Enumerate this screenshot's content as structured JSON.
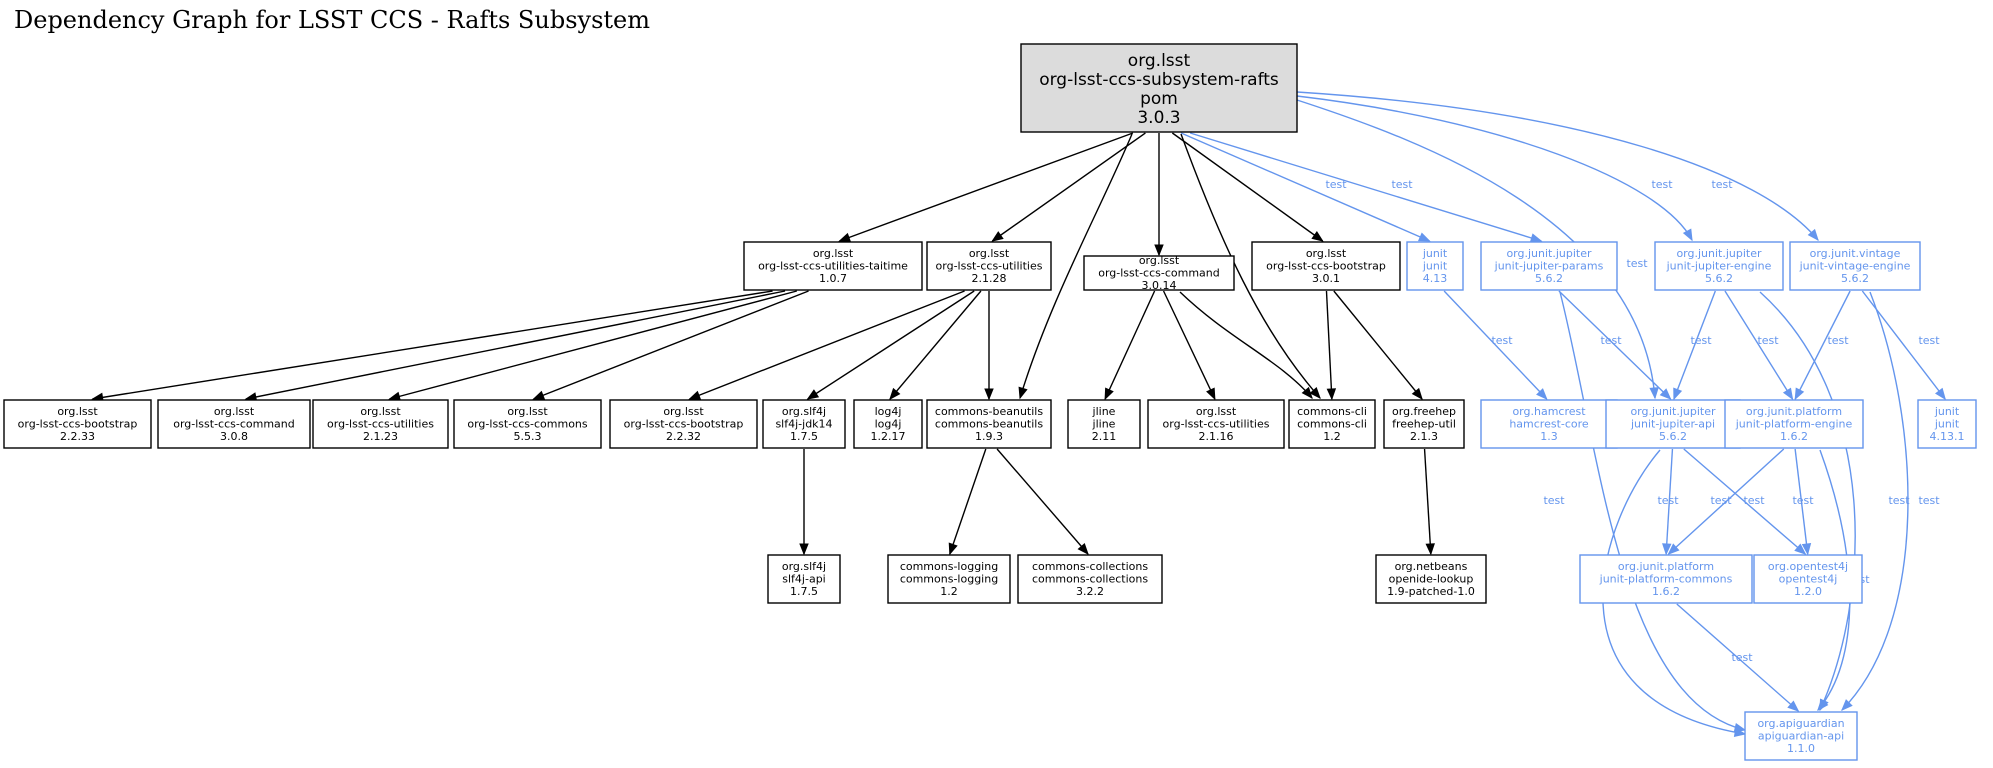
{
  "title": "Dependency Graph for LSST CCS - Rafts Subsystem",
  "colors": {
    "compile": "#000000",
    "test": "#6495ed",
    "root_fill": "#dcdcdc"
  },
  "nodes": [
    {
      "id": "root",
      "lines": [
        "org.lsst",
        "org-lsst-ccs-subsystem-rafts",
        "pom",
        "3.0.3"
      ],
      "scope": "root"
    },
    {
      "id": "taitime",
      "lines": [
        "org.lsst",
        "org-lsst-ccs-utilities-taitime",
        "1.0.7"
      ],
      "scope": "compile"
    },
    {
      "id": "util2128",
      "lines": [
        "org.lsst",
        "org-lsst-ccs-utilities",
        "2.1.28"
      ],
      "scope": "compile"
    },
    {
      "id": "cmd3014",
      "lines": [
        "org.lsst",
        "org-lsst-ccs-command",
        "3.0.14"
      ],
      "scope": "compile"
    },
    {
      "id": "boot301",
      "lines": [
        "org.lsst",
        "org-lsst-ccs-bootstrap",
        "3.0.1"
      ],
      "scope": "compile"
    },
    {
      "id": "junit413",
      "lines": [
        "junit",
        "junit",
        "4.13"
      ],
      "scope": "test"
    },
    {
      "id": "params",
      "lines": [
        "org.junit.jupiter",
        "junit-jupiter-params",
        "5.6.2"
      ],
      "scope": "test"
    },
    {
      "id": "jengine",
      "lines": [
        "org.junit.jupiter",
        "junit-jupiter-engine",
        "5.6.2"
      ],
      "scope": "test"
    },
    {
      "id": "vintage",
      "lines": [
        "org.junit.vintage",
        "junit-vintage-engine",
        "5.6.2"
      ],
      "scope": "test"
    },
    {
      "id": "boot2233",
      "lines": [
        "org.lsst",
        "org-lsst-ccs-bootstrap",
        "2.2.33"
      ],
      "scope": "compile"
    },
    {
      "id": "cmd308",
      "lines": [
        "org.lsst",
        "org-lsst-ccs-command",
        "3.0.8"
      ],
      "scope": "compile"
    },
    {
      "id": "util2123",
      "lines": [
        "org.lsst",
        "org-lsst-ccs-utilities",
        "2.1.23"
      ],
      "scope": "compile"
    },
    {
      "id": "commons553",
      "lines": [
        "org.lsst",
        "org-lsst-ccs-commons",
        "5.5.3"
      ],
      "scope": "compile"
    },
    {
      "id": "boot2232",
      "lines": [
        "org.lsst",
        "org-lsst-ccs-bootstrap",
        "2.2.32"
      ],
      "scope": "compile"
    },
    {
      "id": "slf4jjdk",
      "lines": [
        "org.slf4j",
        "slf4j-jdk14",
        "1.7.5"
      ],
      "scope": "compile"
    },
    {
      "id": "log4j",
      "lines": [
        "log4j",
        "log4j",
        "1.2.17"
      ],
      "scope": "compile"
    },
    {
      "id": "beanutils",
      "lines": [
        "commons-beanutils",
        "commons-beanutils",
        "1.9.3"
      ],
      "scope": "compile"
    },
    {
      "id": "jline",
      "lines": [
        "jline",
        "jline",
        "2.11"
      ],
      "scope": "compile"
    },
    {
      "id": "util2116",
      "lines": [
        "org.lsst",
        "org-lsst-ccs-utilities",
        "2.1.16"
      ],
      "scope": "compile"
    },
    {
      "id": "cli",
      "lines": [
        "commons-cli",
        "commons-cli",
        "1.2"
      ],
      "scope": "compile"
    },
    {
      "id": "freehep",
      "lines": [
        "org.freehep",
        "freehep-util",
        "2.1.3"
      ],
      "scope": "compile"
    },
    {
      "id": "hamcrest",
      "lines": [
        "org.hamcrest",
        "hamcrest-core",
        "1.3"
      ],
      "scope": "test"
    },
    {
      "id": "japi",
      "lines": [
        "org.junit.jupiter",
        "junit-jupiter-api",
        "5.6.2"
      ],
      "scope": "test"
    },
    {
      "id": "pengine",
      "lines": [
        "org.junit.platform",
        "junit-platform-engine",
        "1.6.2"
      ],
      "scope": "test"
    },
    {
      "id": "junit4131",
      "lines": [
        "junit",
        "junit",
        "4.13.1"
      ],
      "scope": "test"
    },
    {
      "id": "slf4japi",
      "lines": [
        "org.slf4j",
        "slf4j-api",
        "1.7.5"
      ],
      "scope": "compile"
    },
    {
      "id": "logging",
      "lines": [
        "commons-logging",
        "commons-logging",
        "1.2"
      ],
      "scope": "compile"
    },
    {
      "id": "collections",
      "lines": [
        "commons-collections",
        "commons-collections",
        "3.2.2"
      ],
      "scope": "compile"
    },
    {
      "id": "openide",
      "lines": [
        "org.netbeans",
        "openide-lookup",
        "1.9-patched-1.0"
      ],
      "scope": "compile"
    },
    {
      "id": "pcommons",
      "lines": [
        "org.junit.platform",
        "junit-platform-commons",
        "1.6.2"
      ],
      "scope": "test"
    },
    {
      "id": "opentest",
      "lines": [
        "org.opentest4j",
        "opentest4j",
        "1.2.0"
      ],
      "scope": "test"
    },
    {
      "id": "apiguardian",
      "lines": [
        "org.apiguardian",
        "apiguardian-api",
        "1.1.0"
      ],
      "scope": "test"
    }
  ],
  "edges": [
    {
      "from": "root",
      "to": "taitime",
      "scope": "compile",
      "label": ""
    },
    {
      "from": "root",
      "to": "util2128",
      "scope": "compile",
      "label": ""
    },
    {
      "from": "root",
      "to": "beanutils",
      "scope": "compile",
      "label": ""
    },
    {
      "from": "root",
      "to": "cmd3014",
      "scope": "compile",
      "label": ""
    },
    {
      "from": "root",
      "to": "cli",
      "scope": "compile",
      "label": ""
    },
    {
      "from": "root",
      "to": "boot301",
      "scope": "compile",
      "label": ""
    },
    {
      "from": "root",
      "to": "junit413",
      "scope": "test",
      "label": "test"
    },
    {
      "from": "root",
      "to": "params",
      "scope": "test",
      "label": "test"
    },
    {
      "from": "root",
      "to": "japi",
      "scope": "test",
      "label": "test"
    },
    {
      "from": "root",
      "to": "jengine",
      "scope": "test",
      "label": "test"
    },
    {
      "from": "root",
      "to": "vintage",
      "scope": "test",
      "label": "test"
    },
    {
      "from": "taitime",
      "to": "boot2233",
      "scope": "compile",
      "label": ""
    },
    {
      "from": "taitime",
      "to": "cmd308",
      "scope": "compile",
      "label": ""
    },
    {
      "from": "taitime",
      "to": "util2123",
      "scope": "compile",
      "label": ""
    },
    {
      "from": "taitime",
      "to": "commons553",
      "scope": "compile",
      "label": ""
    },
    {
      "from": "util2128",
      "to": "boot2232",
      "scope": "compile",
      "label": ""
    },
    {
      "from": "util2128",
      "to": "slf4jjdk",
      "scope": "compile",
      "label": ""
    },
    {
      "from": "util2128",
      "to": "log4j",
      "scope": "compile",
      "label": ""
    },
    {
      "from": "util2128",
      "to": "beanutils",
      "scope": "compile",
      "label": ""
    },
    {
      "from": "cmd3014",
      "to": "jline",
      "scope": "compile",
      "label": ""
    },
    {
      "from": "cmd3014",
      "to": "util2116",
      "scope": "compile",
      "label": ""
    },
    {
      "from": "cmd3014",
      "to": "cli",
      "scope": "compile",
      "label": ""
    },
    {
      "from": "boot301",
      "to": "cli",
      "scope": "compile",
      "label": ""
    },
    {
      "from": "boot301",
      "to": "freehep",
      "scope": "compile",
      "label": ""
    },
    {
      "from": "junit413",
      "to": "hamcrest",
      "scope": "test",
      "label": "test"
    },
    {
      "from": "params",
      "to": "japi",
      "scope": "test",
      "label": "test"
    },
    {
      "from": "params",
      "to": "apiguardian",
      "scope": "test",
      "label": "test"
    },
    {
      "from": "jengine",
      "to": "japi",
      "scope": "test",
      "label": "test"
    },
    {
      "from": "jengine",
      "to": "pengine",
      "scope": "test",
      "label": "test"
    },
    {
      "from": "jengine",
      "to": "apiguardian",
      "scope": "test",
      "label": "test"
    },
    {
      "from": "vintage",
      "to": "pengine",
      "scope": "test",
      "label": "test"
    },
    {
      "from": "vintage",
      "to": "junit4131",
      "scope": "test",
      "label": "test"
    },
    {
      "from": "vintage",
      "to": "apiguardian",
      "scope": "test",
      "label": "test"
    },
    {
      "from": "slf4jjdk",
      "to": "slf4japi",
      "scope": "compile",
      "label": ""
    },
    {
      "from": "beanutils",
      "to": "logging",
      "scope": "compile",
      "label": ""
    },
    {
      "from": "beanutils",
      "to": "collections",
      "scope": "compile",
      "label": ""
    },
    {
      "from": "freehep",
      "to": "openide",
      "scope": "compile",
      "label": ""
    },
    {
      "from": "japi",
      "to": "pcommons",
      "scope": "test",
      "label": "test"
    },
    {
      "from": "japi",
      "to": "opentest",
      "scope": "test",
      "label": "test"
    },
    {
      "from": "japi",
      "to": "apiguardian",
      "scope": "test",
      "label": "test"
    },
    {
      "from": "pengine",
      "to": "pcommons",
      "scope": "test",
      "label": "test"
    },
    {
      "from": "pengine",
      "to": "opentest",
      "scope": "test",
      "label": "test"
    },
    {
      "from": "pengine",
      "to": "apiguardian",
      "scope": "test",
      "label": "test"
    },
    {
      "from": "pcommons",
      "to": "apiguardian",
      "scope": "test",
      "label": "test"
    }
  ]
}
